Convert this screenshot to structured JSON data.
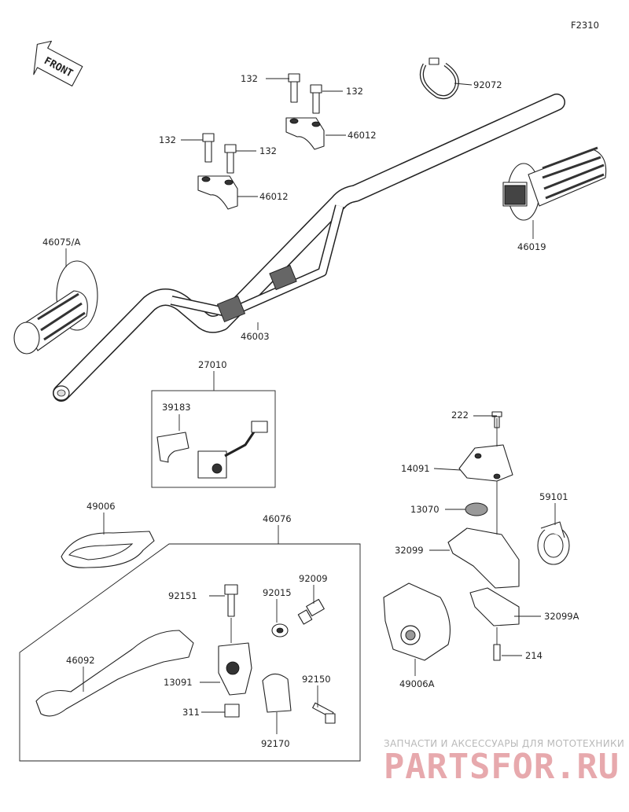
{
  "diagram_code": "F2310",
  "front_label": "FRONT",
  "part_labels": {
    "p132a": "132",
    "p132b": "132",
    "p132c": "132",
    "p132d": "132",
    "p92072": "92072",
    "p46012a": "46012",
    "p46012b": "46012",
    "p46019": "46019",
    "p46075": "46075/A",
    "p46003": "46003",
    "p27010": "27010",
    "p39183": "39183",
    "p222": "222",
    "p14091": "14091",
    "p13070": "13070",
    "p59101": "59101",
    "p32099": "32099",
    "p49006": "49006",
    "p46076": "46076",
    "p92009": "92009",
    "p92151": "92151",
    "p92015": "92015",
    "p32099a": "32099A",
    "p214": "214",
    "p46092": "46092",
    "p13091": "13091",
    "p92150": "92150",
    "p311": "311",
    "p49006a": "49006A",
    "p92170": "92170"
  },
  "watermark": {
    "tagline": "ЗАПЧАСТИ И АКСЕССУАРЫ ДЛЯ МОТОТЕХНИКИ",
    "brand": "PARTSFOR.RU"
  },
  "colors": {
    "line": "#222222",
    "watermark_text": "#b9b9b9",
    "watermark_brand": "#e7a9ad"
  }
}
